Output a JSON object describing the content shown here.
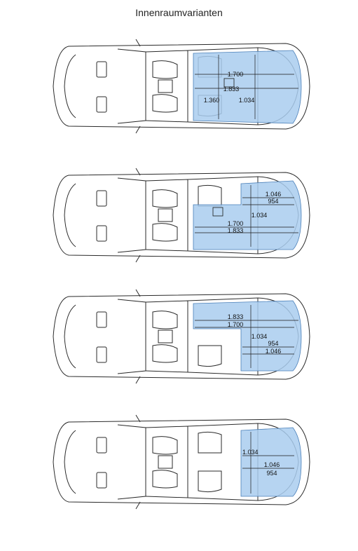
{
  "title": "Innenraumvarianten",
  "colors": {
    "cargo_fill": "#a9cdef",
    "outline": "#2a2a2a",
    "dim_line": "#1a1a1a"
  },
  "variants": [
    {
      "labels": [
        "1.700",
        "1.833",
        "1.360",
        "1.034"
      ]
    },
    {
      "labels": [
        "1.046",
        "954",
        "1.034",
        "1.700",
        "1.833"
      ]
    },
    {
      "labels": [
        "1.833",
        "1.700",
        "1.034",
        "954",
        "1.046"
      ]
    },
    {
      "labels": [
        "1.034",
        "1.046",
        "954"
      ]
    }
  ]
}
